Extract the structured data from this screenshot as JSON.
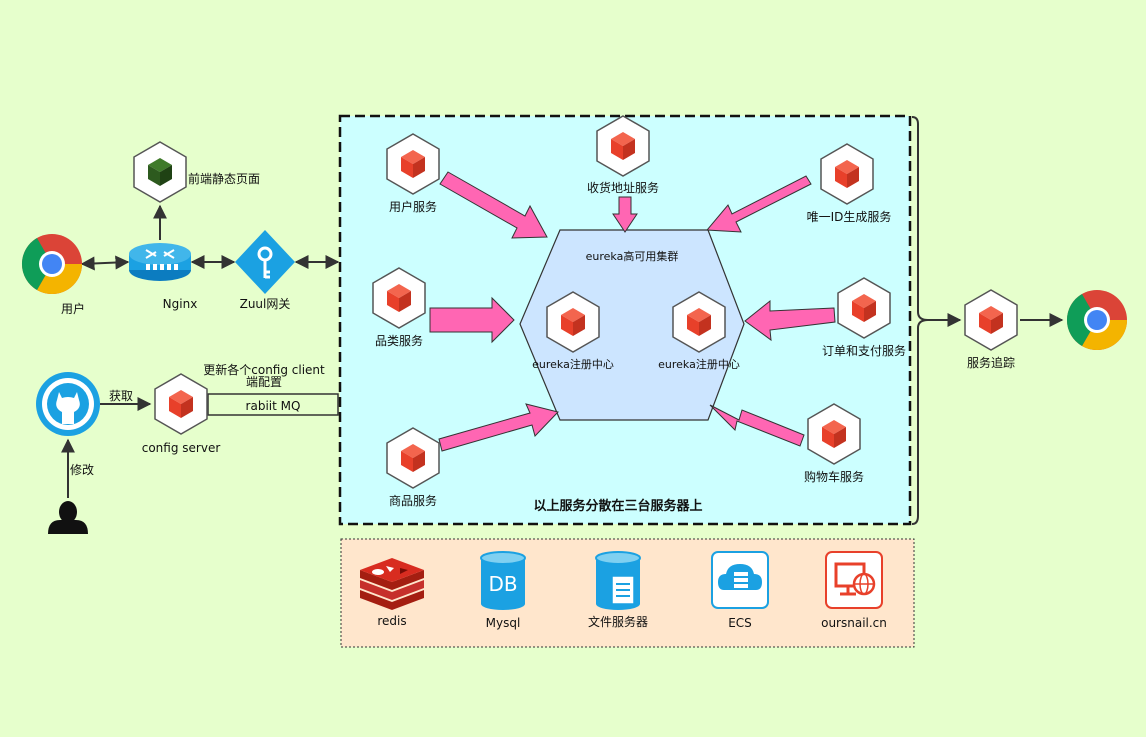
{
  "left": {
    "user": "用户",
    "nginx": "Nginx",
    "zuul": "Zuul网关",
    "static_page": "前端静态页面",
    "config_server": "config server",
    "fetch": "获取",
    "modify": "修改",
    "update_line1": "更新各个config client",
    "update_line2": "端配置",
    "mq": "rabiit MQ"
  },
  "cluster": {
    "user_service": "用户服务",
    "address_service": "收货地址服务",
    "uid_service": "唯一ID生成服务",
    "category_service": "品类服务",
    "order_service": "订单和支付服务",
    "product_service": "商品服务",
    "cart_service": "购物车服务",
    "eureka_title": "eureka高可用集群",
    "eureka1": "eureka注册中心",
    "eureka2": "eureka注册中心",
    "footer": "以上服务分散在三台服务器上"
  },
  "right": {
    "trace": "服务追踪"
  },
  "infra": {
    "redis": "redis",
    "mysql": "Mysql",
    "db_glyph": "DB",
    "file": "文件服务器",
    "ecs": "ECS",
    "site": "oursnail.cn"
  },
  "colors": {
    "background": "#e6ffcc",
    "cluster_fill": "#ccffff",
    "infra_fill": "#ffe6cc",
    "hexagon_fill": "#cce5ff",
    "arrow_pink": "#ff66b3",
    "cube_red": "#e8402a",
    "cube_green": "#2d5a1e",
    "icon_blue": "#1ba1e2"
  }
}
